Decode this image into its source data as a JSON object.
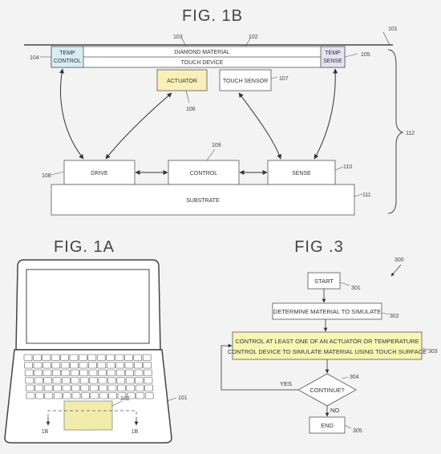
{
  "fig1b": {
    "title": "FIG. 1B",
    "diamond_material": "DIAMOND MATERIAL",
    "touch_device": "TOUCH DEVICE",
    "temp_control": [
      "TEMP",
      "CONTROL"
    ],
    "temp_sense": [
      "TEMP",
      "SENSE"
    ],
    "actuator": "ACTUATOR",
    "touch_sensor": "TOUCH SENSOR",
    "drive": "DRIVE",
    "control": "CONTROL",
    "sense": "SENSE",
    "substrate": "SUBSTRATE",
    "refs": {
      "r101": "101",
      "r102": "102",
      "r103": "103",
      "r104": "104",
      "r105": "105",
      "r106": "106",
      "r107": "107",
      "r108": "108",
      "r109": "109",
      "r110": "110",
      "r111": "111",
      "r112": "112"
    }
  },
  "fig1a": {
    "title": "FIG. 1A",
    "ref_touchpad": "102",
    "ref_laptop": "101",
    "section_left": "1B",
    "section_right": "1B"
  },
  "fig3": {
    "title": "FIG .3",
    "ref_figure": "300",
    "start": "START",
    "determine": "DETERMINE MATERIAL TO SIMULATE",
    "control_line1": "CONTROL AT LEAST ONE OF AN ACTUATOR OR TEMPERATURE",
    "control_line2": "CONTROL DEVICE TO SIMULATE MATERIAL USING TOUCH SURFACE",
    "continue": "CONTINUE?",
    "yes": "YES",
    "no": "NO",
    "end": "END",
    "refs": {
      "r301": "301",
      "r302": "302",
      "r303": "303",
      "r304": "304",
      "r305": "305"
    }
  },
  "colors": {
    "actuator_fill": "#f8f0b8",
    "temp_fill": "#d8ecf6",
    "highlight_fill": "#f9f6b4",
    "touchpad_fill": "#f2ecaa",
    "line": "#444444"
  }
}
